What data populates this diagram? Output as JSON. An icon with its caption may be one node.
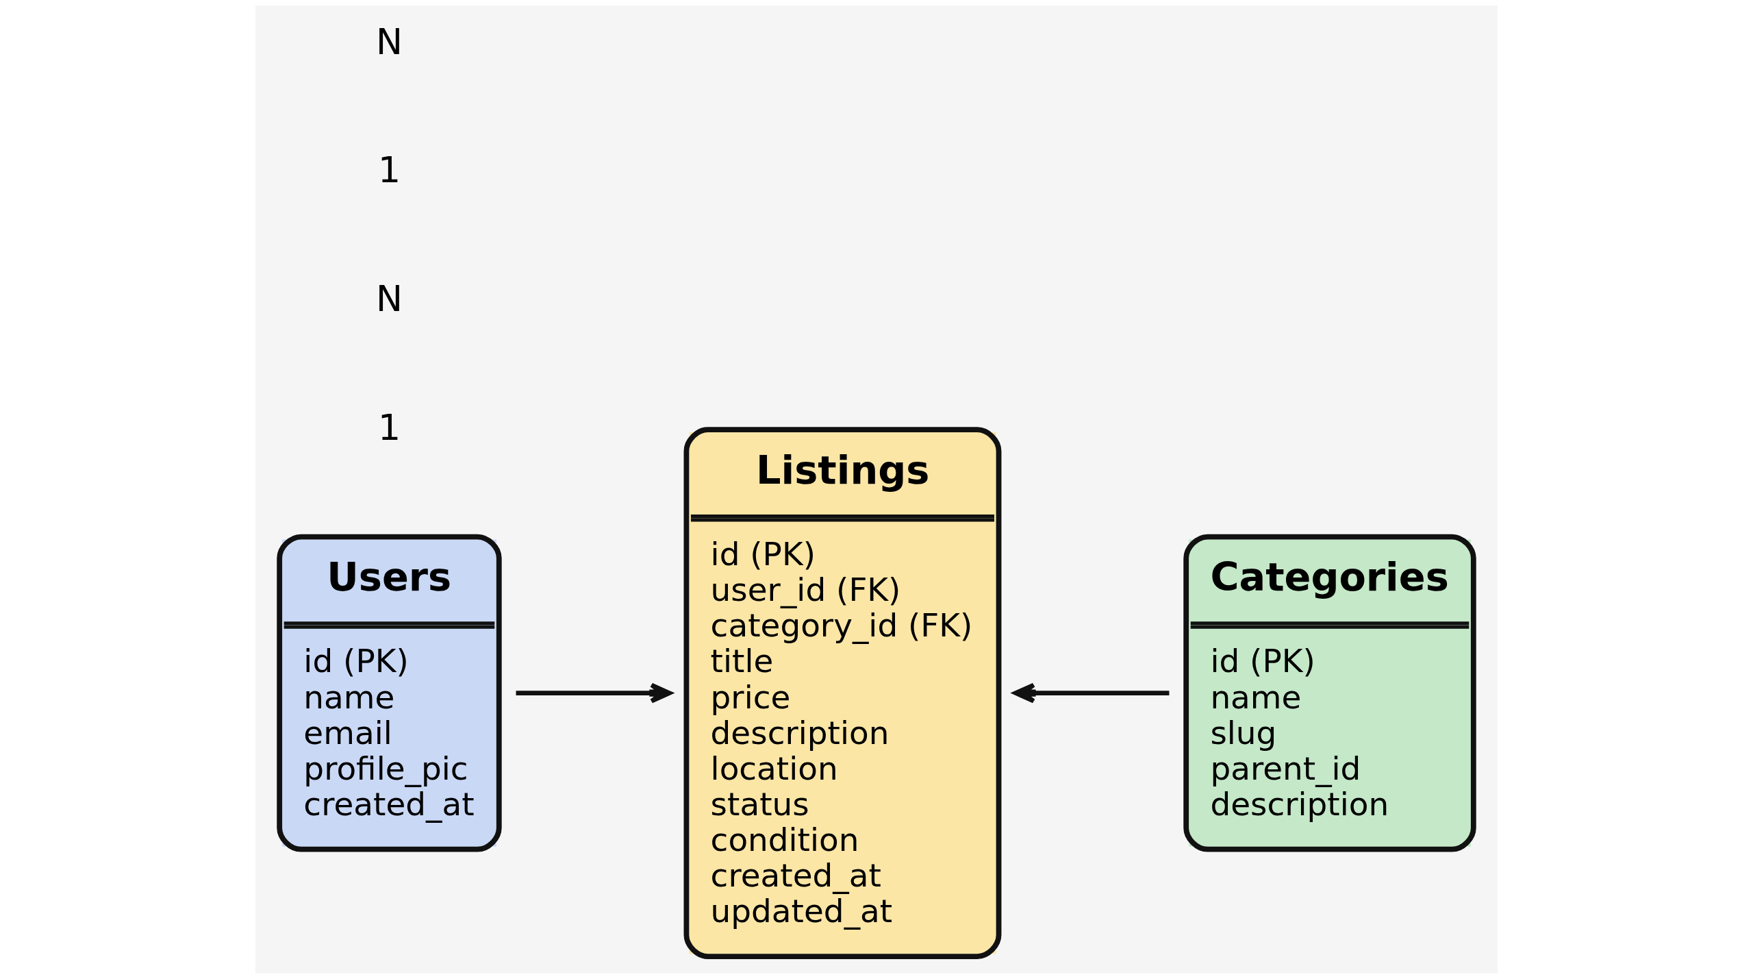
{
  "diagram": {
    "nodes": [
      {
        "text": [
          "Users",
          "id (PK) name email profile_pic created_at"
        ]
      },
      {
        "text": [
          "Listings",
          "id (PK) user_id (FK) category_id (FK) title price description location status condition created_at updated_at"
        ]
      },
      {
        "text": [
          "Categories",
          "id (PK) name slug parent_id description"
        ]
      }
    ],
    "edges": [
      {
        "from": 0,
        "to": 1,
        "arrow": "to"
      },
      {
        "from": 2,
        "to": 1,
        "arrow": "to"
      }
    ],
    "labels": [
      "1",
      "N",
      "1",
      "N"
    ]
  }
}
